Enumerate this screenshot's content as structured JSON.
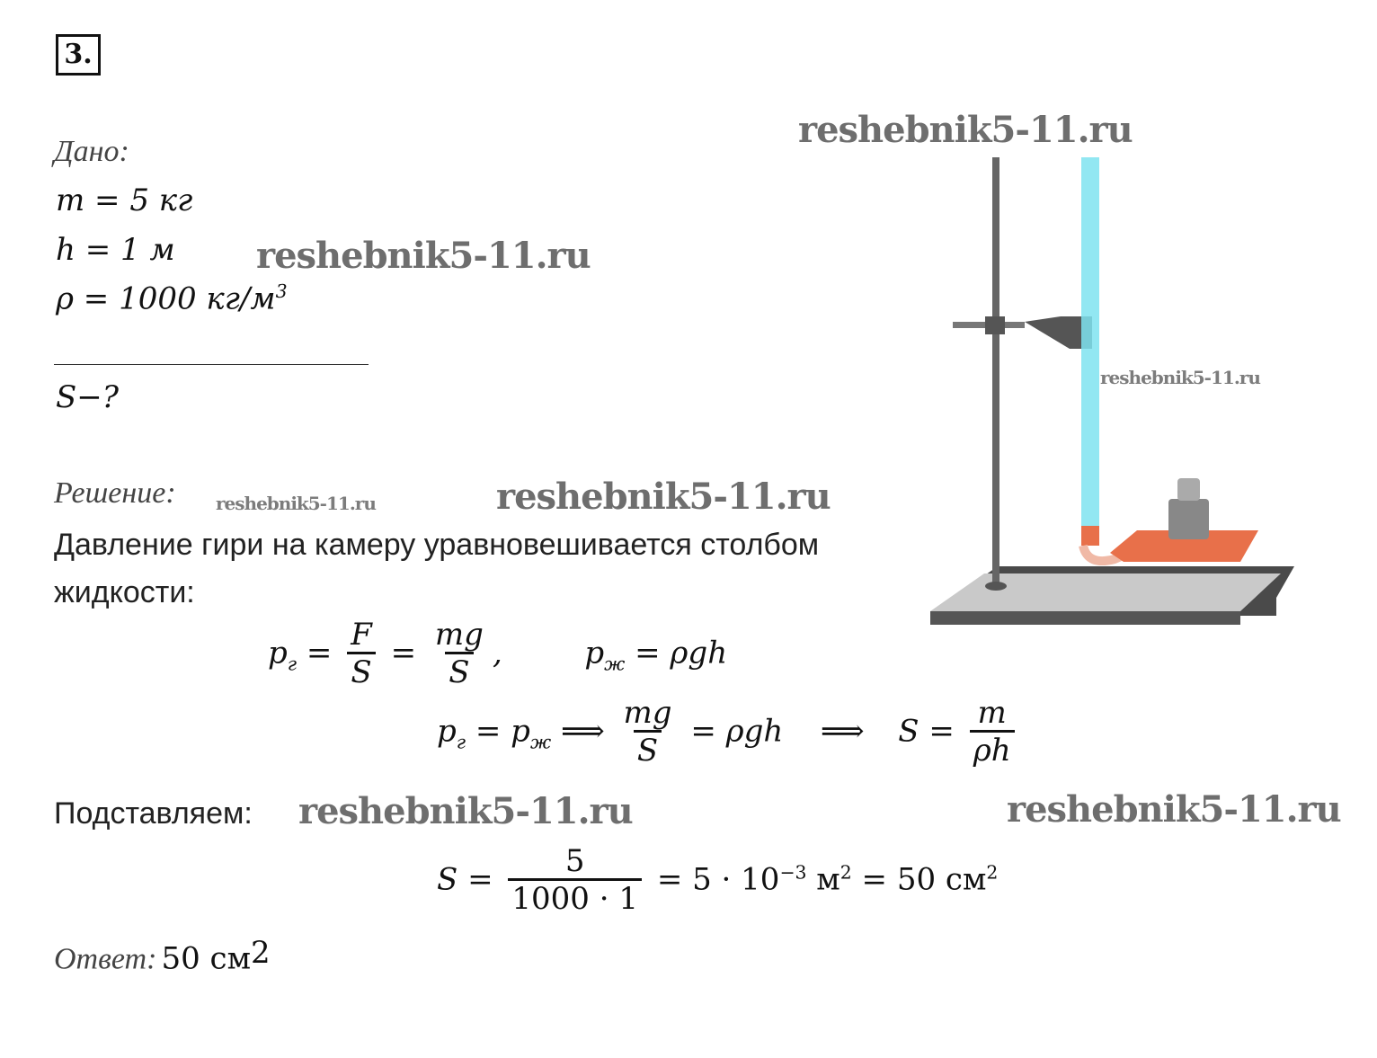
{
  "problem_number": "3.",
  "given": {
    "label": "Дано:",
    "lines": [
      "m = 5 кг",
      "h = 1 м",
      "ρ = 1000 кг/м"
    ],
    "rho_exp": "3"
  },
  "find": "S−?",
  "solution": {
    "label": "Решение:",
    "text_line1": "Давление гири на камеру уравновешивается столбом",
    "text_line2": "жидкости:",
    "f1": {
      "lhs": "p",
      "sub_g": "г",
      "eq": "=",
      "F": "F",
      "S": "S",
      "mg": "mg",
      "comma": ",",
      "pzh": "p",
      "sub_zh": "ж",
      "rhs": "= ρgh"
    },
    "f2": {
      "left": "= p",
      "arrow": "⟹",
      "mid": "= ρgh",
      "S_eq": "S =",
      "m": "m",
      "rhoh": "ρh"
    },
    "substitute": "Подставляем:",
    "f3": {
      "S_eq": "S =",
      "num": "5",
      "den": "1000 · 1",
      "rest1": "= 5 · 10",
      "exp": "−3",
      "rest2": " м",
      "sq": "2",
      "rest3": " = 50 см",
      "sq2": "2"
    }
  },
  "answer": {
    "label": "Ответ:",
    "value": "50 см",
    "exp": "2"
  },
  "watermark": "reshebnik5-11.ru",
  "colors": {
    "tube": "#7fe3f0",
    "pad": "#e8704a",
    "base": "#5a5a5a"
  }
}
